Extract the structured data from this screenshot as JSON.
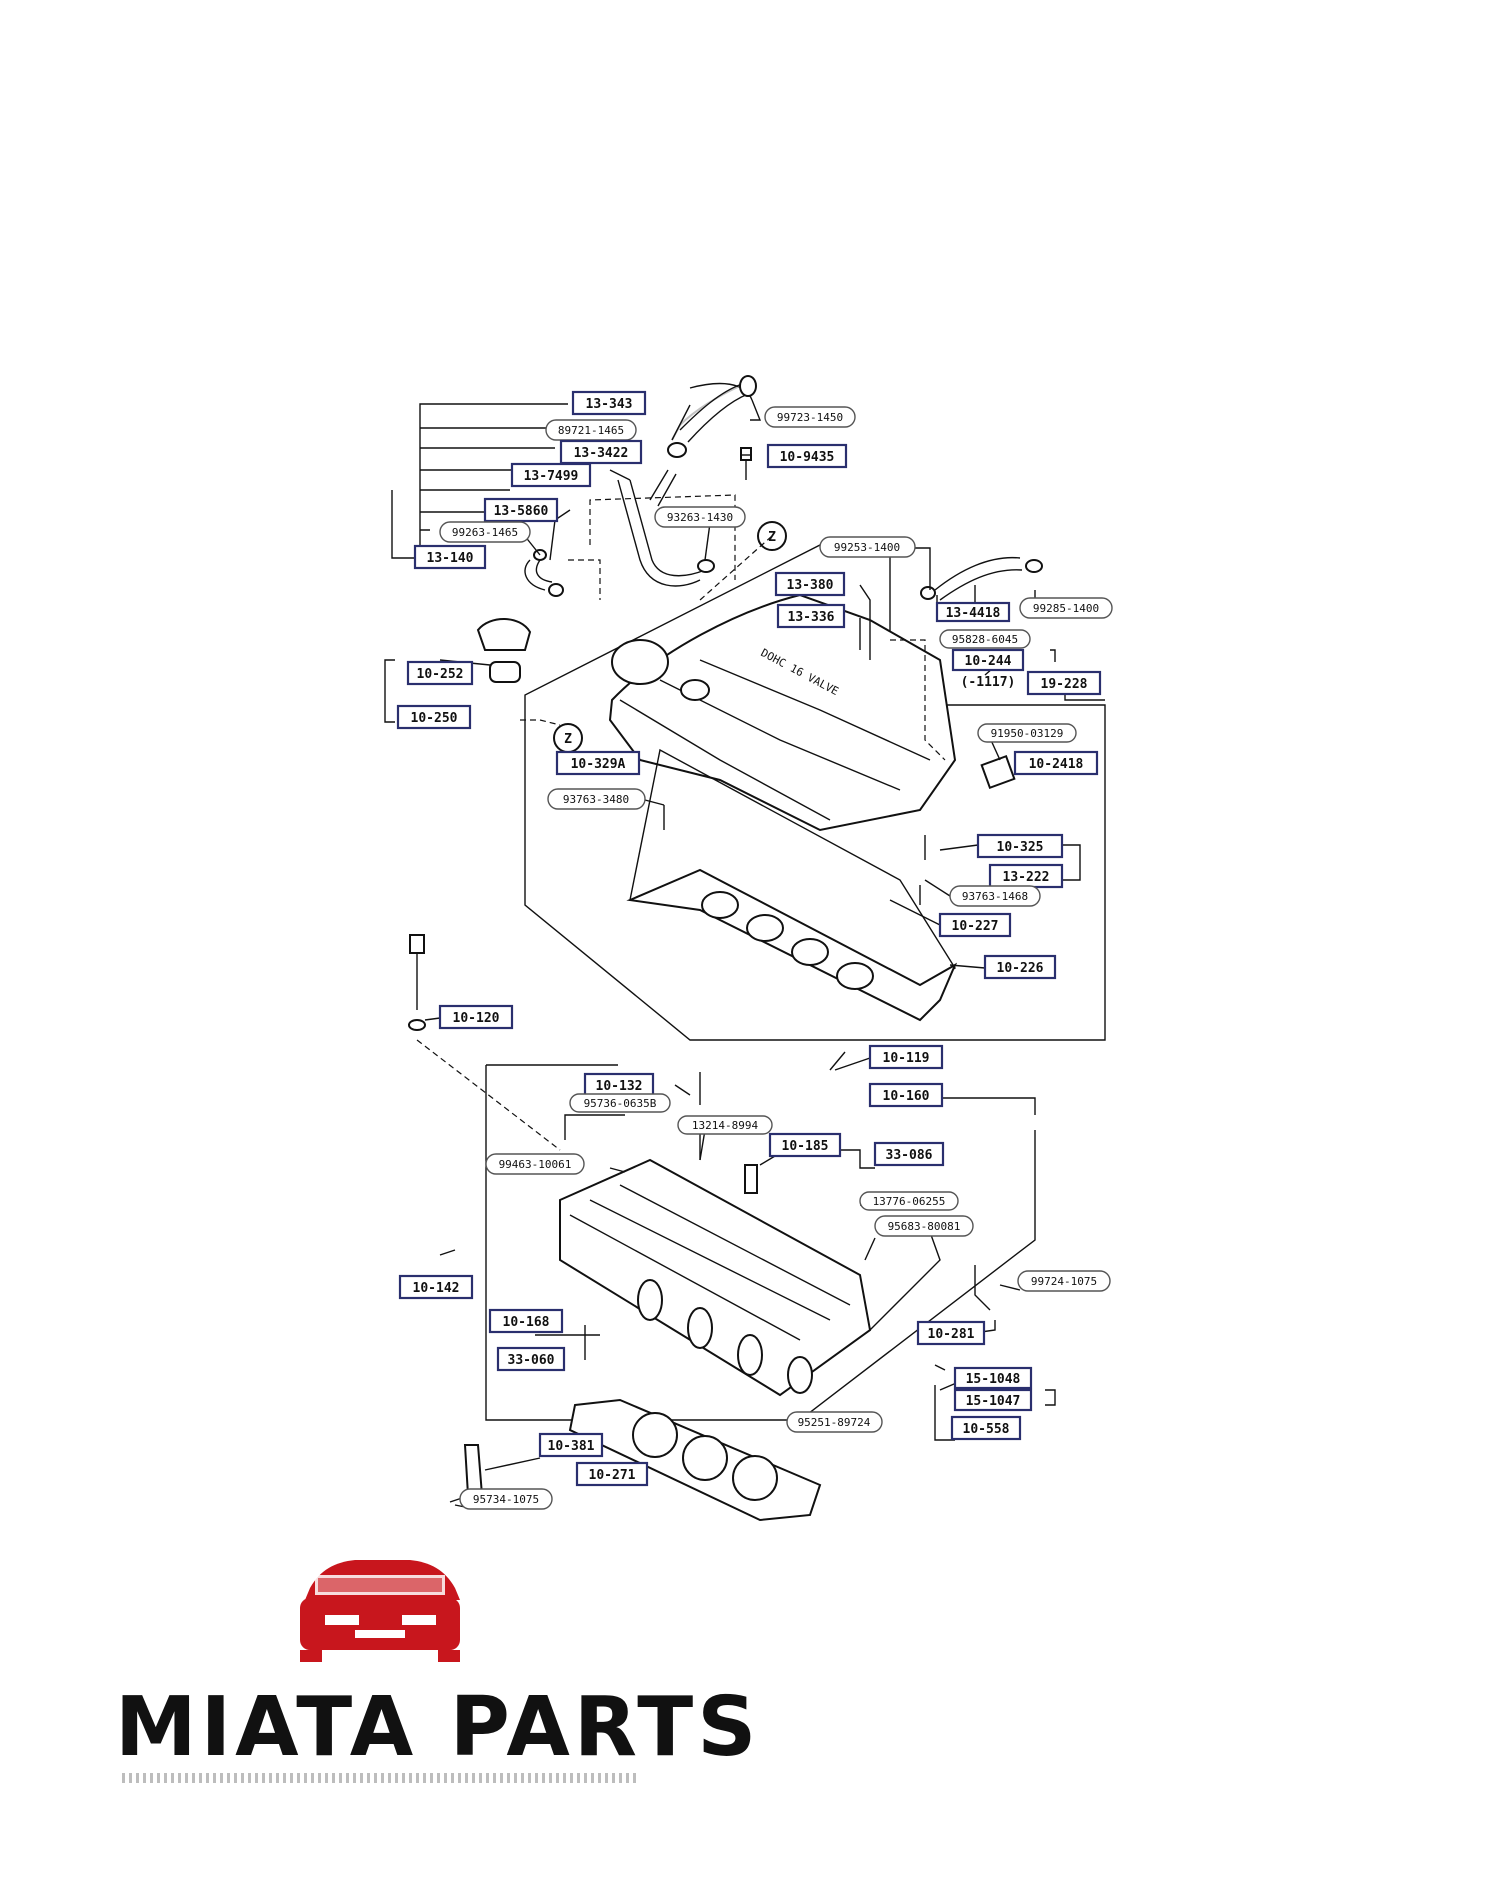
{
  "brand": {
    "name": "MIATA PARTS",
    "logo_color": "#c8161d",
    "icon": "car-front-icon"
  },
  "labels": {
    "l13_343": "13-343",
    "l99723_1450": "99723-1450",
    "l89721_1465": "89721-1465",
    "l13_3422": "13-3422",
    "l10_9435": "10-9435",
    "l13_7499": "13-7499",
    "l13_5860": "13-5860",
    "l99263_1465": "99263-1465",
    "l13_140": "13-140",
    "l93263_1430": "93263-1430",
    "z_top": "Z",
    "l99253_1400": "99253-1400",
    "l99285_1400": "99285-1400",
    "l13_380": "13-380",
    "l13_336": "13-336",
    "l13_4418": "13-4418",
    "l95828_6045": "95828-6045",
    "l10_244": "10-244",
    "l1117": "(-1117)",
    "l19_228": "19-228",
    "l10_252": "10-252",
    "l10_250": "10-250",
    "z_mid": "Z",
    "l10_329a": "10-329A",
    "l91950_03129": "91950-03129",
    "l10_2418": "10-2418",
    "l93763_3480": "93763-3480",
    "l10_325": "10-325",
    "l13_222": "13-222",
    "l93763_1468": "93763-1468",
    "l10_227": "10-227",
    "l10_226": "10-226",
    "l10_120": "10-120",
    "l10_119": "10-119",
    "l10_132": "10-132",
    "l95736_0635b": "95736-0635B",
    "l10_160": "10-160",
    "l13214_8994": "13214-8994",
    "l99463_10061": "99463-10061",
    "l10_185": "10-185",
    "l33_086": "33-086",
    "l13776_06255": "13776-06255",
    "l95683_80081": "95683-80081",
    "l10_142": "10-142",
    "l99724_1075": "99724-1075",
    "l10_168": "10-168",
    "l10_281": "10-281",
    "l33_060": "33-060",
    "l15_1048": "15-1048",
    "l15_1047": "15-1047",
    "l95251_89724": "95251-89724",
    "l10_558": "10-558",
    "l10_381": "10-381",
    "l10_271": "10-271",
    "l95734_1075": "95734-1075"
  }
}
